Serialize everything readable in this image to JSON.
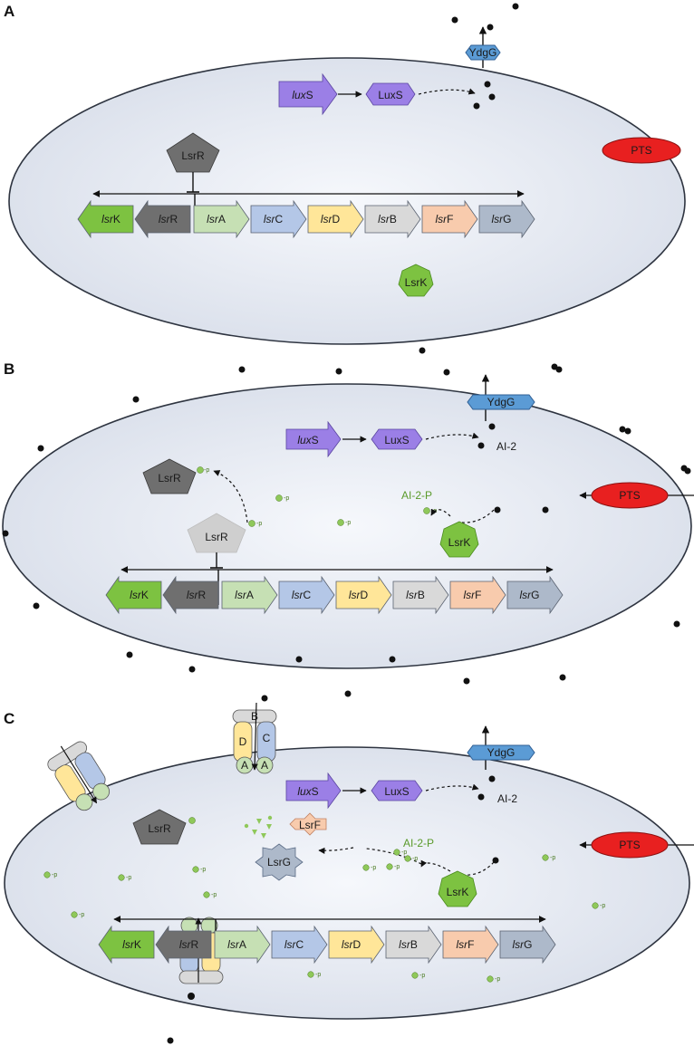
{
  "panels": [
    {
      "id": "A",
      "label": "A"
    },
    {
      "id": "B",
      "label": "B"
    },
    {
      "id": "C",
      "label": "C"
    }
  ],
  "genes": [
    {
      "name_italic": "lsr",
      "name_rest": "K",
      "color": "#7dc241",
      "dir": "left"
    },
    {
      "name_italic": "lsr",
      "name_rest": "R",
      "color": "#6f6f6f",
      "dir": "left"
    },
    {
      "name_italic": "lsr",
      "name_rest": "A",
      "color": "#c6e0b4",
      "dir": "right"
    },
    {
      "name_italic": "lsr",
      "name_rest": "C",
      "color": "#b4c7e7",
      "dir": "right"
    },
    {
      "name_italic": "lsr",
      "name_rest": "D",
      "color": "#ffe699",
      "dir": "right"
    },
    {
      "name_italic": "lsr",
      "name_rest": "B",
      "color": "#d9d9d9",
      "dir": "right"
    },
    {
      "name_italic": "lsr",
      "name_rest": "F",
      "color": "#f8cbad",
      "dir": "right"
    },
    {
      "name_italic": "lsr",
      "name_rest": "G",
      "color": "#adb9ca",
      "dir": "right"
    }
  ],
  "labels": {
    "luxs_gene_italic": "lux",
    "luxs_gene_rest": "S",
    "luxs_protein": "LuxS",
    "ydgg": "YdgG",
    "pts": "PTS",
    "lsrr": "LsrR",
    "lsrk": "LsrK",
    "lsrf": "LsrF",
    "lsrg": "LsrG",
    "ai2": "AI-2",
    "ai2p": "AI-2-P",
    "p_suffix": "-p",
    "transporter_b": "B",
    "transporter_c": "C",
    "transporter_d": "D",
    "transporter_a": "A"
  },
  "colors": {
    "cell_fill_center": "#f4f6fb",
    "cell_fill_edge": "#d8dfea",
    "luxs": "#9b7fe6",
    "ydgg": "#5b9bd5",
    "pts": "#e82020",
    "lsrr": "#6f6f6f",
    "lsrr_faded": "#cfcfcf",
    "lsrk": "#7dc241",
    "lsrf": "#f8cbad",
    "lsrg": "#adb9ca",
    "ai2p_dot": "#8fc85a"
  }
}
